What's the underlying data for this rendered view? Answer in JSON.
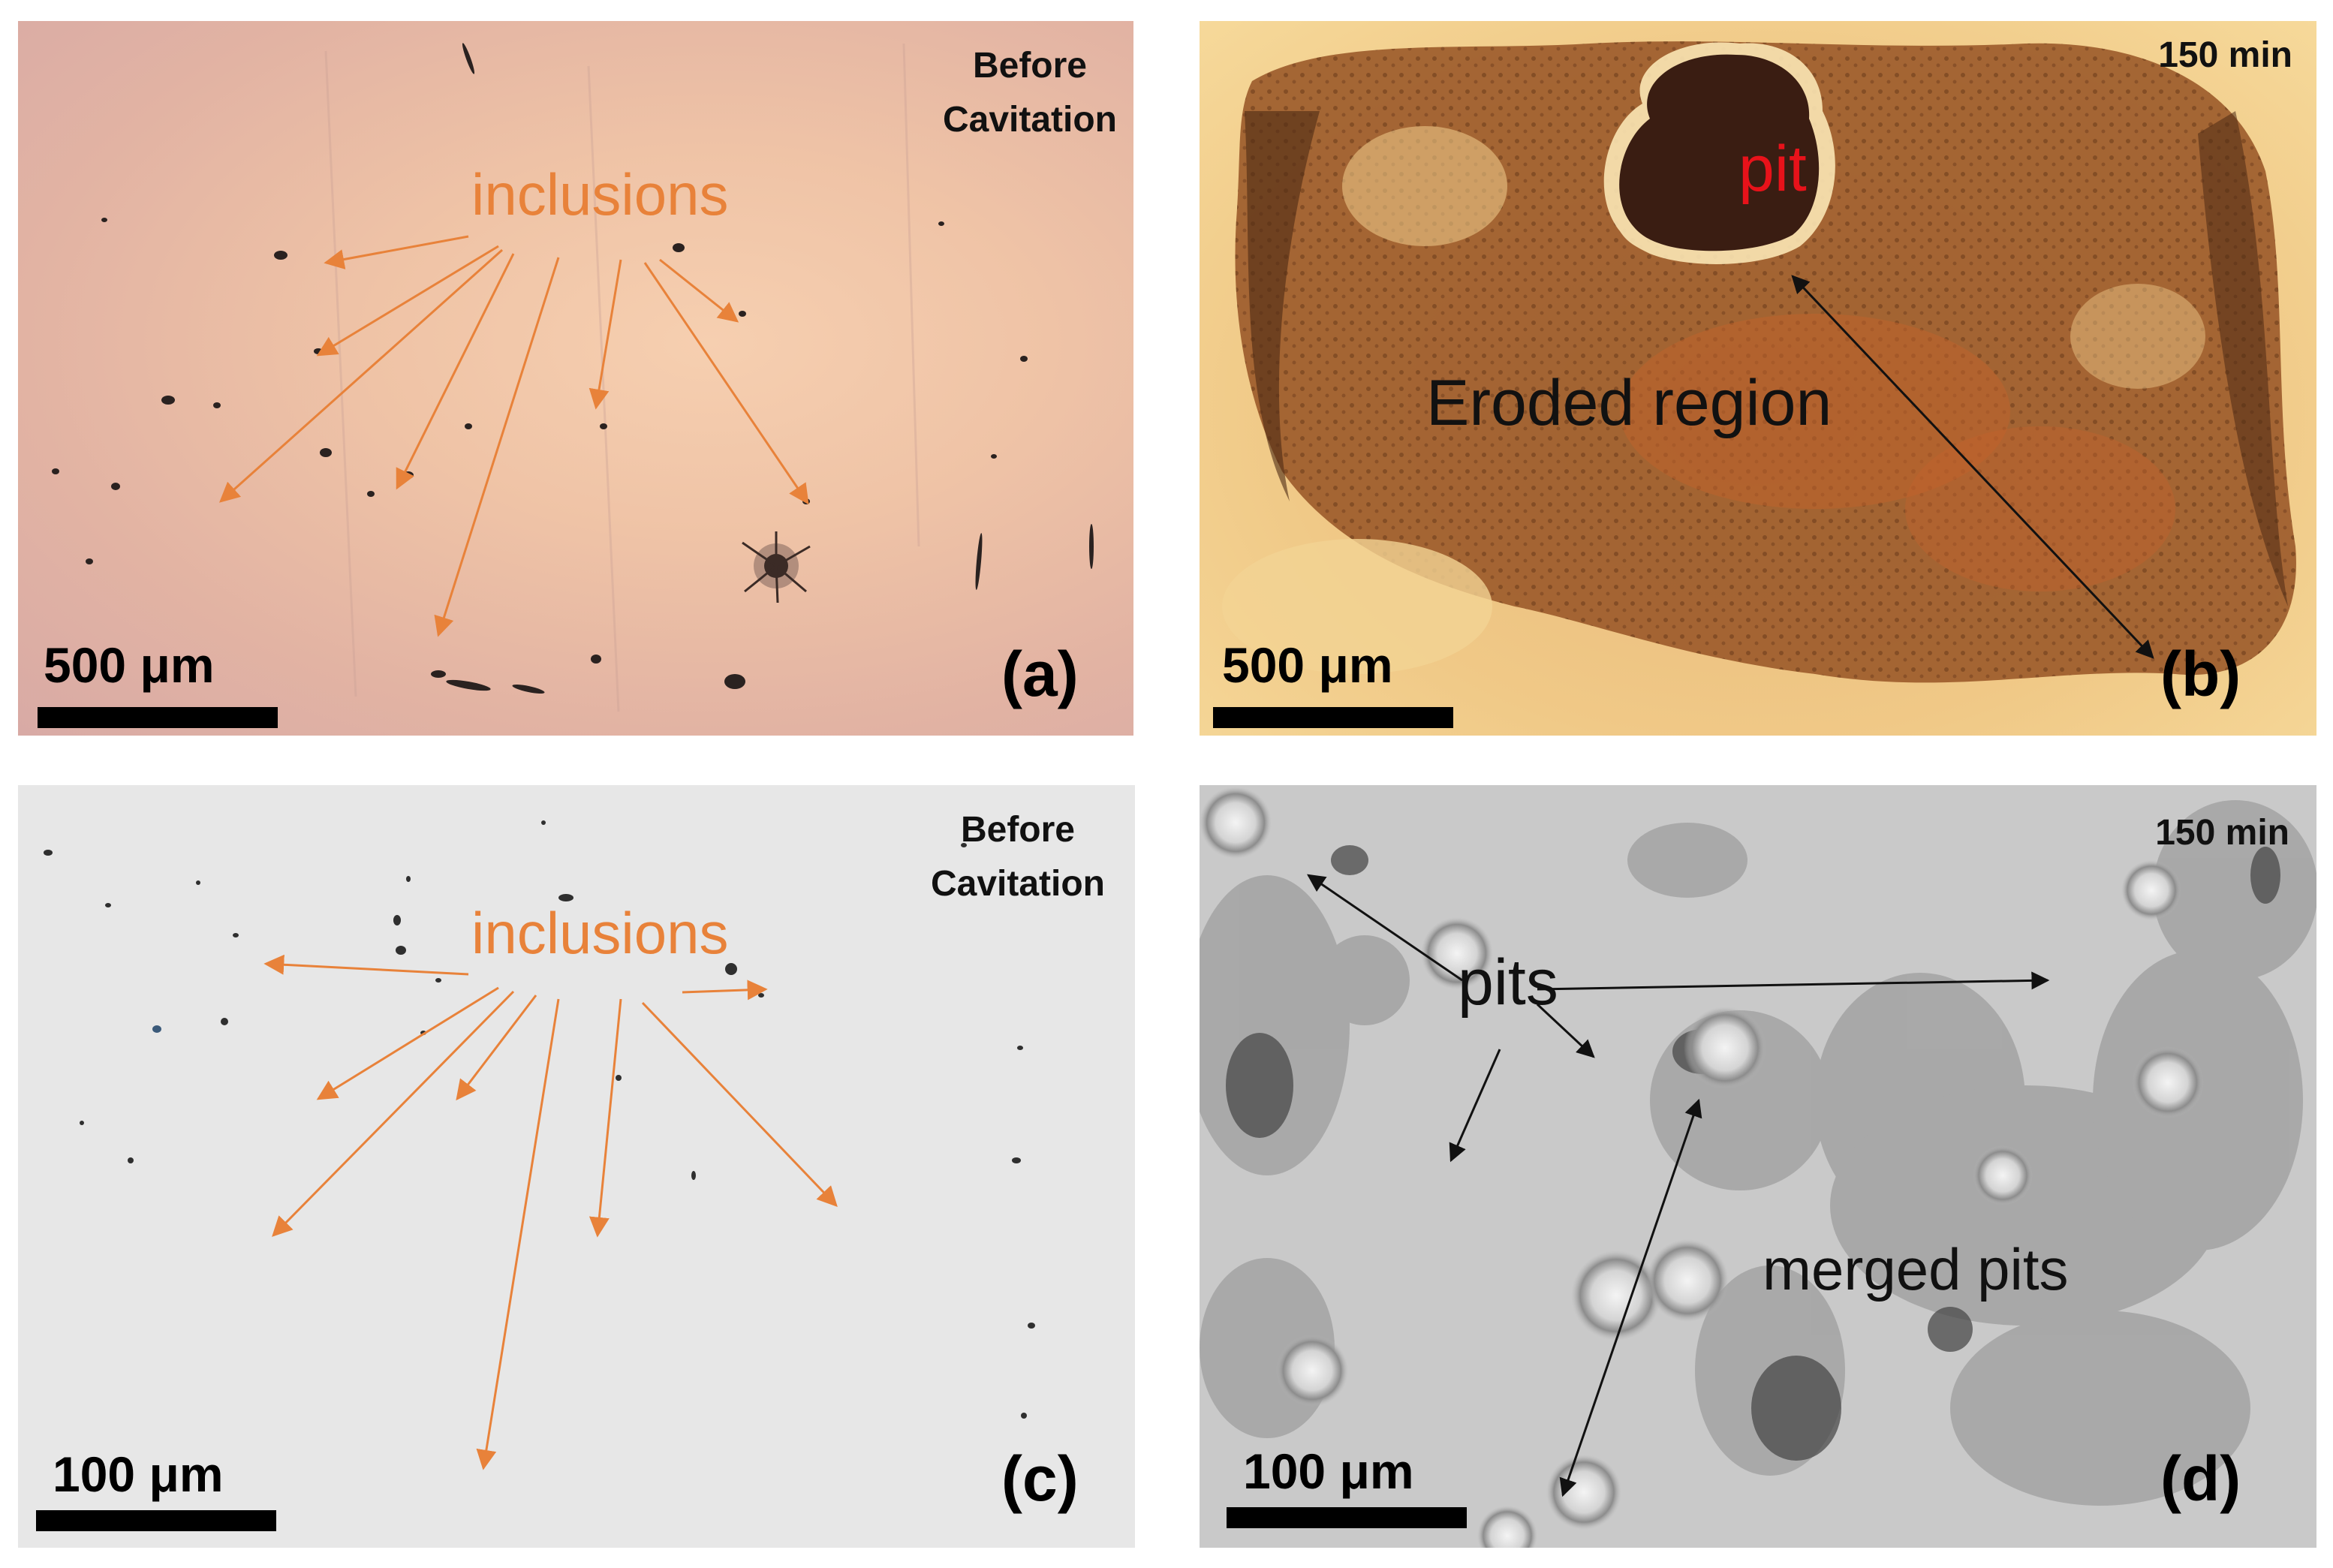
{
  "panels": {
    "a": {
      "letter": "(a)",
      "status": [
        "Before",
        "Cavitation"
      ],
      "annotation": "inclusions",
      "scale_bar": "500 μm"
    },
    "b": {
      "letter": "(b)",
      "time": "150 min",
      "pit_label": "pit",
      "region_label": "Eroded region",
      "scale_bar": "500 μm"
    },
    "c": {
      "letter": "(c)",
      "status": [
        "Before",
        "Cavitation"
      ],
      "annotation": "inclusions",
      "scale_bar": "100 μm"
    },
    "d": {
      "letter": "(d)",
      "time": "150 min",
      "pits_label": "pits",
      "merged_label": "merged pits",
      "scale_bar": "100 μm"
    }
  },
  "colors": {
    "annotation_orange": "#e8823a",
    "pit_red": "#e8121a",
    "text_dark": "#111111",
    "scale_bar": "#000000"
  }
}
